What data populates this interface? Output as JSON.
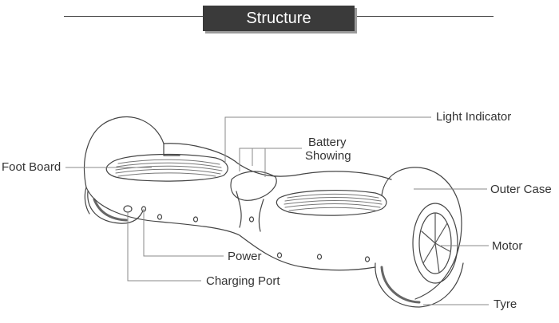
{
  "title": "Structure",
  "labels": {
    "light_indicator": "Light Indicator",
    "battery_line1": "Battery",
    "battery_line2": "Showing",
    "foot_board": "Foot Board",
    "outer_case": "Outer Case",
    "motor": "Motor",
    "power": "Power",
    "charging_port": "Charging Port",
    "tyre": "Tyre"
  },
  "colors": {
    "title_bg": "#3a3a3a",
    "title_text": "#ffffff",
    "line": "#555555"
  }
}
